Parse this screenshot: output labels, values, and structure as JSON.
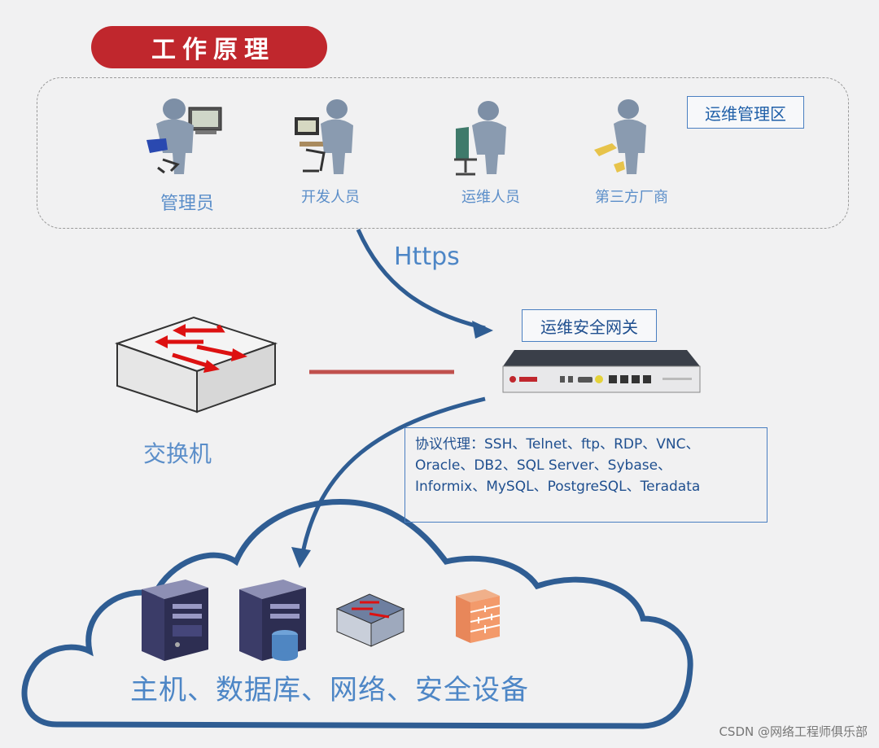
{
  "title": "工作原理",
  "ops_zone": {
    "label": "运维管理区",
    "roles": [
      {
        "name": "管理员",
        "icon": "person-at-computer-icon"
      },
      {
        "name": "开发人员",
        "icon": "person-at-terminal-icon"
      },
      {
        "name": "运维人员",
        "icon": "person-in-chair-icon"
      },
      {
        "name": "第三方厂商",
        "icon": "person-running-icon"
      }
    ]
  },
  "connection_label": "Https",
  "gateway": {
    "label": "运维安全网关",
    "icon": "rack-appliance-icon"
  },
  "switch": {
    "label": "交换机",
    "icon": "network-switch-icon"
  },
  "protocols": {
    "line1": "协议代理：SSH、Telnet、ftp、RDP、VNC、",
    "line2": "Oracle、DB2、SQL Server、Sybase、",
    "line3": "Informix、MySQL、PostgreSQL、Teradata"
  },
  "assets": {
    "label": "主机、数据库、网络、安全设备",
    "icons": [
      "server-icon",
      "database-server-icon",
      "switch-small-icon",
      "firewall-icon"
    ]
  },
  "watermark": "CSDN @网络工程师俱乐部",
  "colors": {
    "accent_red": "#c0272d",
    "accent_blue": "#2f5d93",
    "label_blue": "#5b8ec9"
  }
}
